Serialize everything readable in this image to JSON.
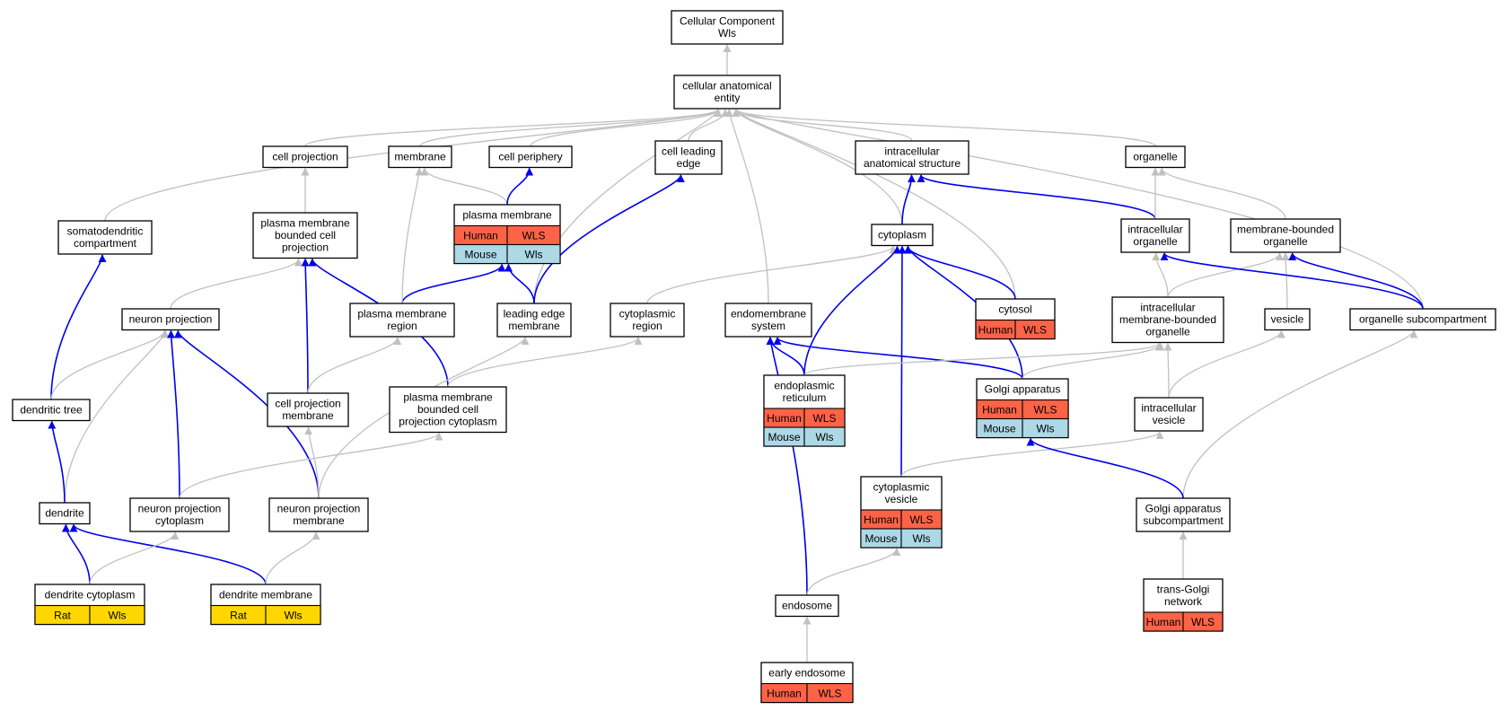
{
  "colors": {
    "grey_edge": "#c0c0c0",
    "blue_edge": "#0000ee",
    "Human": "#ff6347",
    "Mouse": "#add8e6",
    "Rat": "#ffd700"
  },
  "nodes": {
    "cc_root": {
      "lines": [
        "Cellular Component",
        "Wls"
      ]
    },
    "cae": {
      "lines": [
        "cellular anatomical",
        "entity"
      ]
    },
    "cell_projection": {
      "lines": [
        "cell projection"
      ]
    },
    "membrane": {
      "lines": [
        "membrane"
      ]
    },
    "cell_periphery": {
      "lines": [
        "cell periphery"
      ]
    },
    "cell_leading_edge": {
      "lines": [
        "cell leading",
        "edge"
      ]
    },
    "intracellular_structure": {
      "lines": [
        "intracellular",
        "anatomical structure"
      ]
    },
    "organelle": {
      "lines": [
        "organelle"
      ]
    },
    "somatodendritic": {
      "lines": [
        "somatodendritic",
        "compartment"
      ]
    },
    "pm_bounded_cell_projection": {
      "lines": [
        "plasma membrane",
        "bounded cell",
        "projection"
      ]
    },
    "plasma_membrane": {
      "lines": [
        "plasma membrane"
      ],
      "rows": [
        [
          "Human",
          "WLS"
        ],
        [
          "Mouse",
          "Wls"
        ]
      ]
    },
    "cytoplasm": {
      "lines": [
        "cytoplasm"
      ]
    },
    "intracellular_organelle": {
      "lines": [
        "intracellular",
        "organelle"
      ]
    },
    "membrane_bounded_organelle": {
      "lines": [
        "membrane-bounded",
        "organelle"
      ]
    },
    "neuron_projection": {
      "lines": [
        "neuron projection"
      ]
    },
    "pm_region": {
      "lines": [
        "plasma membrane",
        "region"
      ]
    },
    "leading_edge_membrane": {
      "lines": [
        "leading edge",
        "membrane"
      ]
    },
    "cytoplasmic_region": {
      "lines": [
        "cytoplasmic",
        "region"
      ]
    },
    "endomembrane_system": {
      "lines": [
        "endomembrane",
        "system"
      ]
    },
    "cytosol": {
      "lines": [
        "cytosol"
      ],
      "rows": [
        [
          "Human",
          "WLS"
        ]
      ]
    },
    "intracellular_mbo": {
      "lines": [
        "intracellular",
        "membrane-bounded",
        "organelle"
      ]
    },
    "vesicle": {
      "lines": [
        "vesicle"
      ]
    },
    "organelle_subcompartment": {
      "lines": [
        "organelle subcompartment"
      ]
    },
    "dendritic_tree": {
      "lines": [
        "dendritic tree"
      ]
    },
    "cell_projection_membrane": {
      "lines": [
        "cell projection",
        "membrane"
      ]
    },
    "pm_bounded_cp_cytoplasm": {
      "lines": [
        "plasma membrane",
        "bounded cell",
        "projection cytoplasm"
      ]
    },
    "er": {
      "lines": [
        "endoplasmic",
        "reticulum"
      ],
      "rows": [
        [
          "Human",
          "WLS"
        ],
        [
          "Mouse",
          "Wls"
        ]
      ]
    },
    "golgi": {
      "lines": [
        "Golgi apparatus"
      ],
      "rows": [
        [
          "Human",
          "WLS"
        ],
        [
          "Mouse",
          "Wls"
        ]
      ]
    },
    "intracellular_vesicle": {
      "lines": [
        "intracellular",
        "vesicle"
      ]
    },
    "dendrite": {
      "lines": [
        "dendrite"
      ]
    },
    "neuron_projection_cytoplasm": {
      "lines": [
        "neuron projection",
        "cytoplasm"
      ]
    },
    "neuron_projection_membrane": {
      "lines": [
        "neuron projection",
        "membrane"
      ]
    },
    "cytoplasmic_vesicle": {
      "lines": [
        "cytoplasmic",
        "vesicle"
      ],
      "rows": [
        [
          "Human",
          "WLS"
        ],
        [
          "Mouse",
          "Wls"
        ]
      ]
    },
    "golgi_subcompartment": {
      "lines": [
        "Golgi apparatus",
        "subcompartment"
      ]
    },
    "dendrite_cytoplasm": {
      "lines": [
        "dendrite cytoplasm"
      ],
      "rows": [
        [
          "Rat",
          "Wls"
        ]
      ]
    },
    "dendrite_membrane": {
      "lines": [
        "dendrite membrane"
      ],
      "rows": [
        [
          "Rat",
          "Wls"
        ]
      ]
    },
    "endosome": {
      "lines": [
        "endosome"
      ]
    },
    "trans_golgi": {
      "lines": [
        "trans-Golgi",
        "network"
      ],
      "rows": [
        [
          "Human",
          "WLS"
        ]
      ]
    },
    "early_endosome": {
      "lines": [
        "early endosome"
      ],
      "rows": [
        [
          "Human",
          "WLS"
        ]
      ]
    }
  },
  "edges": [
    {
      "from": "cae",
      "to": "cc_root",
      "kind": "is_a"
    },
    {
      "from": "cell_projection",
      "to": "cae",
      "kind": "is_a"
    },
    {
      "from": "membrane",
      "to": "cae",
      "kind": "is_a"
    },
    {
      "from": "cell_periphery",
      "to": "cae",
      "kind": "is_a"
    },
    {
      "from": "cell_leading_edge",
      "to": "cae",
      "kind": "is_a"
    },
    {
      "from": "intracellular_structure",
      "to": "cae",
      "kind": "is_a"
    },
    {
      "from": "organelle",
      "to": "cae",
      "kind": "is_a"
    },
    {
      "from": "somatodendritic",
      "to": "cae",
      "kind": "is_a"
    },
    {
      "from": "cytoplasm",
      "to": "cae",
      "kind": "is_a"
    },
    {
      "from": "cytosol",
      "to": "cae",
      "kind": "is_a"
    },
    {
      "from": "organelle_subcompartment",
      "to": "cae",
      "kind": "is_a"
    },
    {
      "from": "endomembrane_system",
      "to": "cae",
      "kind": "is_a"
    },
    {
      "from": "leading_edge_membrane",
      "to": "cae",
      "kind": "is_a"
    },
    {
      "from": "pm_bounded_cell_projection",
      "to": "cell_projection",
      "kind": "is_a"
    },
    {
      "from": "plasma_membrane",
      "to": "membrane",
      "kind": "is_a"
    },
    {
      "from": "plasma_membrane",
      "to": "cell_periphery",
      "kind": "part_of"
    },
    {
      "from": "leading_edge_membrane",
      "to": "cell_leading_edge",
      "kind": "part_of"
    },
    {
      "from": "cytoplasm",
      "to": "intracellular_structure",
      "kind": "part_of"
    },
    {
      "from": "intracellular_organelle",
      "to": "intracellular_structure",
      "kind": "part_of"
    },
    {
      "from": "intracellular_organelle",
      "to": "organelle",
      "kind": "is_a"
    },
    {
      "from": "membrane_bounded_organelle",
      "to": "organelle",
      "kind": "is_a"
    },
    {
      "from": "dendritic_tree",
      "to": "somatodendritic",
      "kind": "part_of"
    },
    {
      "from": "neuron_projection",
      "to": "pm_bounded_cell_projection",
      "kind": "is_a"
    },
    {
      "from": "cell_projection_membrane",
      "to": "pm_bounded_cell_projection",
      "kind": "part_of"
    },
    {
      "from": "pm_bounded_cp_cytoplasm",
      "to": "pm_bounded_cell_projection",
      "kind": "part_of"
    },
    {
      "from": "pm_region",
      "to": "plasma_membrane",
      "kind": "part_of"
    },
    {
      "from": "leading_edge_membrane",
      "to": "plasma_membrane",
      "kind": "part_of"
    },
    {
      "from": "pm_region",
      "to": "membrane",
      "kind": "is_a"
    },
    {
      "from": "cytoplasmic_region",
      "to": "cytoplasm",
      "kind": "is_a"
    },
    {
      "from": "er",
      "to": "cytoplasm",
      "kind": "part_of"
    },
    {
      "from": "golgi",
      "to": "cytoplasm",
      "kind": "part_of"
    },
    {
      "from": "cytoplasmic_vesicle",
      "to": "cytoplasm",
      "kind": "part_of"
    },
    {
      "from": "cytosol",
      "to": "cytoplasm",
      "kind": "part_of"
    },
    {
      "from": "intracellular_mbo",
      "to": "intracellular_organelle",
      "kind": "is_a"
    },
    {
      "from": "intracellular_mbo",
      "to": "membrane_bounded_organelle",
      "kind": "is_a"
    },
    {
      "from": "vesicle",
      "to": "membrane_bounded_organelle",
      "kind": "is_a"
    },
    {
      "from": "organelle_subcompartment",
      "to": "intracellular_organelle",
      "kind": "part_of"
    },
    {
      "from": "organelle_subcompartment",
      "to": "membrane_bounded_organelle",
      "kind": "part_of"
    },
    {
      "from": "dendritic_tree",
      "to": "neuron_projection",
      "kind": "is_a"
    },
    {
      "from": "dendrite",
      "to": "neuron_projection",
      "kind": "is_a"
    },
    {
      "from": "neuron_projection_cytoplasm",
      "to": "neuron_projection",
      "kind": "part_of"
    },
    {
      "from": "neuron_projection_membrane",
      "to": "neuron_projection",
      "kind": "part_of"
    },
    {
      "from": "cell_projection_membrane",
      "to": "pm_region",
      "kind": "is_a"
    },
    {
      "from": "neuron_projection_membrane",
      "to": "leading_edge_membrane",
      "kind": "is_a"
    },
    {
      "from": "pm_bounded_cp_cytoplasm",
      "to": "cytoplasmic_region",
      "kind": "is_a"
    },
    {
      "from": "er",
      "to": "endomembrane_system",
      "kind": "part_of"
    },
    {
      "from": "golgi",
      "to": "endomembrane_system",
      "kind": "part_of"
    },
    {
      "from": "endosome",
      "to": "endomembrane_system",
      "kind": "part_of"
    },
    {
      "from": "er",
      "to": "intracellular_mbo",
      "kind": "is_a"
    },
    {
      "from": "golgi",
      "to": "intracellular_mbo",
      "kind": "is_a"
    },
    {
      "from": "intracellular_vesicle",
      "to": "intracellular_mbo",
      "kind": "is_a"
    },
    {
      "from": "intracellular_vesicle",
      "to": "vesicle",
      "kind": "is_a"
    },
    {
      "from": "golgi_subcompartment",
      "to": "organelle_subcompartment",
      "kind": "is_a"
    },
    {
      "from": "dendrite",
      "to": "dendritic_tree",
      "kind": "part_of"
    },
    {
      "from": "neuron_projection_cytoplasm",
      "to": "pm_bounded_cp_cytoplasm",
      "kind": "is_a"
    },
    {
      "from": "neuron_projection_membrane",
      "to": "cell_projection_membrane",
      "kind": "is_a"
    },
    {
      "from": "cytoplasmic_vesicle",
      "to": "intracellular_vesicle",
      "kind": "is_a"
    },
    {
      "from": "golgi_subcompartment",
      "to": "golgi",
      "kind": "part_of"
    },
    {
      "from": "dendrite_cytoplasm",
      "to": "dendrite",
      "kind": "part_of"
    },
    {
      "from": "dendrite_membrane",
      "to": "dendrite",
      "kind": "part_of"
    },
    {
      "from": "dendrite_cytoplasm",
      "to": "neuron_projection_cytoplasm",
      "kind": "is_a"
    },
    {
      "from": "dendrite_membrane",
      "to": "neuron_projection_membrane",
      "kind": "is_a"
    },
    {
      "from": "endosome",
      "to": "cytoplasmic_vesicle",
      "kind": "is_a"
    },
    {
      "from": "trans_golgi",
      "to": "golgi_subcompartment",
      "kind": "is_a"
    },
    {
      "from": "early_endosome",
      "to": "endosome",
      "kind": "is_a"
    }
  ]
}
